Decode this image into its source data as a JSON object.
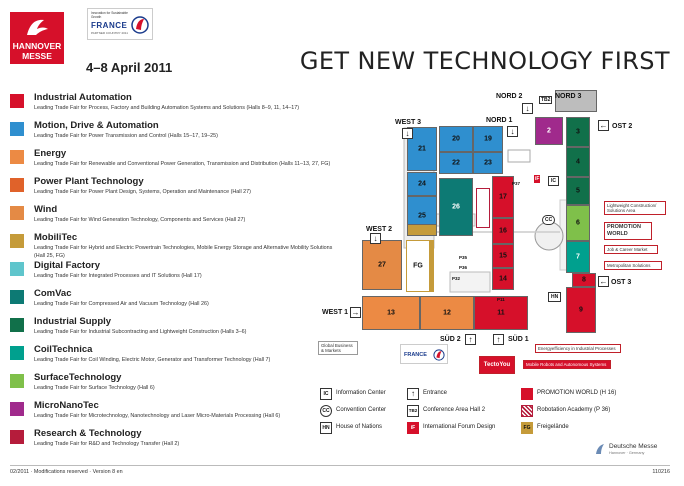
{
  "header": {
    "logo_line1": "HANNOVER",
    "logo_line2": "MESSE",
    "partner_badge": {
      "tagline": "Innovation for Sustainable Growth",
      "country": "FRANCE",
      "subline": "PARTNER COUNTRY 2011"
    },
    "dates": "4–8 April 2011",
    "headline": "GET NEW TECHNOLOGY FIRST"
  },
  "colors": {
    "brand_red": "#d6102a",
    "industrial_automation": "#d6102a",
    "motion_drive": "#2f8fcf",
    "energy": "#ec8a44",
    "power_plant": "#e0622a",
    "wind": "#e48a45",
    "mobiltec": "#c59b3a",
    "digital_factory": "#5fc5cc",
    "comvac": "#0d7a74",
    "industrial_supply": "#11704a",
    "coiltechnica": "#00a08e",
    "surface_technology": "#7fc04a",
    "micronanotec": "#a02a8c",
    "research_technology": "#b51c3b"
  },
  "fairs": [
    {
      "name": "Industrial Automation",
      "desc": "Leading Trade Fair for Process, Factory and Building Automation Systems and Solutions (Halls 8–9, 11, 14–17)",
      "color": "#d6102a"
    },
    {
      "name": "Motion, Drive & Automation",
      "desc": "Leading Trade Fair for Power Transmission and Control (Halls 15–17, 19–25)",
      "color": "#2f8fcf"
    },
    {
      "name": "Energy",
      "desc": "Leading Trade Fair for Renewable and Conventional Power Generation, Transmission and Distribution (Halls 11–13, 27, FG)",
      "color": "#ec8a44"
    },
    {
      "name": "Power Plant Technology",
      "desc": "Leading Trade Fair for Power Plant Design, Systems, Operation and Maintenance (Hall 27)",
      "color": "#e0622a"
    },
    {
      "name": "Wind",
      "desc": "Leading Trade Fair for Wind Generation Technology, Components and Services (Hall 27)",
      "color": "#e48a45"
    },
    {
      "name": "MobiliTec",
      "desc": "Leading Trade Fair for Hybrid and Electric Powertrain Technologies, Mobile Energy Storage and Alternative Mobility Solutions (Hall 25, FG)",
      "color": "#c59b3a"
    },
    {
      "name": "Digital Factory",
      "desc": "Leading Trade Fair for Integrated Processes and IT Solutions (Hall 17)",
      "color": "#5fc5cc"
    },
    {
      "name": "ComVac",
      "desc": "Leading Trade Fair for Compressed Air and Vacuum Technology (Hall 26)",
      "color": "#0d7a74"
    },
    {
      "name": "Industrial Supply",
      "desc": "Leading Trade Fair for Industrial Subcontracting and Lightweight Construction (Halls 3–6)",
      "color": "#11704a"
    },
    {
      "name": "CoilTechnica",
      "desc": "Leading Trade Fair for Coil Winding, Electric Motor, Generator and Transformer Technology (Hall 7)",
      "color": "#00a08e"
    },
    {
      "name": "SurfaceTechnology",
      "desc": "Leading Trade Fair for Surface Technology (Hall 6)",
      "color": "#7fc04a"
    },
    {
      "name": "MicroNanoTec",
      "desc": "Leading Trade Fair for Microtechnology, Nanotechnology and Laser Micro-Materials Processing (Hall 6)",
      "color": "#a02a8c"
    },
    {
      "name": "Research & Technology",
      "desc": "Leading Trade Fair for R&D and Technology Transfer (Hall 2)",
      "color": "#b51c3b"
    }
  ],
  "map": {
    "halls": [
      {
        "n": "20",
        "c": "#2f8fcf"
      },
      {
        "n": "19",
        "c": "#2f8fcf"
      },
      {
        "n": "21",
        "c": "#2f8fcf"
      },
      {
        "n": "22",
        "c": "#2f8fcf"
      },
      {
        "n": "23",
        "c": "#2f8fcf"
      },
      {
        "n": "24",
        "c": "#2f8fcf"
      },
      {
        "n": "25",
        "c": "#2f8fcf"
      },
      {
        "n": "26",
        "c": "#0d7a74"
      },
      {
        "n": "27",
        "c": "#e48a45"
      },
      {
        "n": "FG",
        "c": "#ffffff"
      },
      {
        "n": "17",
        "c": "#d6102a"
      },
      {
        "n": "16",
        "c": "#d6102a"
      },
      {
        "n": "15",
        "c": "#d6102a"
      },
      {
        "n": "14",
        "c": "#d6102a"
      },
      {
        "n": "13",
        "c": "#ec8a44"
      },
      {
        "n": "12",
        "c": "#ec8a44"
      },
      {
        "n": "11",
        "c": "#d6102a"
      },
      {
        "n": "2",
        "c": "#b51c3b"
      },
      {
        "n": "3",
        "c": "#11704a"
      },
      {
        "n": "4",
        "c": "#11704a"
      },
      {
        "n": "5",
        "c": "#11704a"
      },
      {
        "n": "6",
        "c": "#7fc04a"
      },
      {
        "n": "7",
        "c": "#00a08e"
      },
      {
        "n": "8",
        "c": "#d6102a"
      },
      {
        "n": "9",
        "c": "#d6102a"
      }
    ],
    "entrances": {
      "nord2": "NORD 2",
      "nord1": "NORD 1",
      "nord3": "NORD 3",
      "west3": "WEST 3",
      "west2": "WEST 2",
      "west1": "WEST 1",
      "ost2": "OST 2",
      "ost3": "OST 3",
      "sued2": "SÜD 2",
      "sued1": "SÜD 1"
    },
    "labels": {
      "tb2": "TB2",
      "ic": "IC",
      "cc": "CC",
      "hn": "HN",
      "p11": "P11",
      "p32": "P32",
      "p35": "P35",
      "p36": "P36",
      "p37": "P37"
    },
    "callouts": {
      "lightweight": "Lightweight Construction/ Solutions Area",
      "promotion_world": "PROMOTION WORLD",
      "job_career": "Job & Career Market",
      "metropolitan": "Metropolitan Solutions",
      "energy_efficiency": "Energyefficiency in Industrial Processes",
      "mobile_robots": "Mobile Robots and Autonomous Systems",
      "global_business": "Global Business & Markets",
      "tec_to_you": "TectoYou"
    }
  },
  "map_legend": [
    {
      "key": "IC",
      "text": "Information Center"
    },
    {
      "key": "CC",
      "text": "Convention Center"
    },
    {
      "key": "HN",
      "text": "House of Nations"
    },
    {
      "key": "↑",
      "text": "Entrance"
    },
    {
      "key": "TB2",
      "text": "Conference Area Hall 2"
    },
    {
      "key": "iF",
      "text": "International Forum Design"
    },
    {
      "key": "",
      "text": "PROMOTION WORLD (H 16)"
    },
    {
      "key": "",
      "text": "Robotation Academy (P 36)"
    },
    {
      "key": "FG",
      "text": "Freigelände"
    }
  ],
  "footer": {
    "left": "02/2011 · Modifications reserved · Version 8 en",
    "right": "110216",
    "dm_name": "Deutsche Messe",
    "dm_sub": "Hannover · Germany"
  }
}
